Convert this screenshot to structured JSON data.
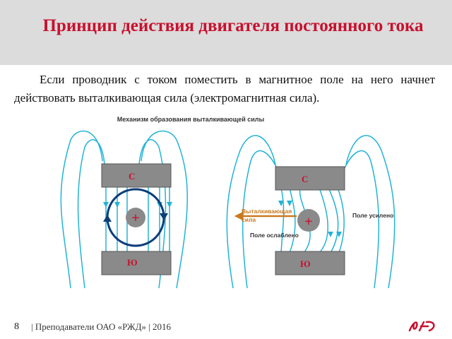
{
  "slide": {
    "title": "Принцип действия двигателя постоянного тока",
    "body": "Если проводник с током поместить в магнитное поле на него начнет действовать выталкивающая сила (электромагнитная сила)."
  },
  "diagram": {
    "heading": "Механизм образования выталкивающей силы",
    "left": {
      "pole_top": "С",
      "pole_bottom": "Ю",
      "conductor": "+"
    },
    "right": {
      "pole_top": "С",
      "pole_bottom": "Ю",
      "conductor": "+",
      "force_label_1": "Выталкивающая",
      "force_label_2": "сила",
      "weak_label": "Поле ослаблено",
      "strong_label": "Поле усилено"
    },
    "colors": {
      "field": "#22b3d6",
      "pole": "#8a8a8a",
      "label": "#c8102e",
      "arrow": "#c97a1e",
      "circle": "#0d3d7a"
    }
  },
  "footer": {
    "page_number": "8",
    "text": "|  Преподаватели ОАО «РЖД»  |  2016",
    "logo_icon": "rzd-logo-icon"
  }
}
